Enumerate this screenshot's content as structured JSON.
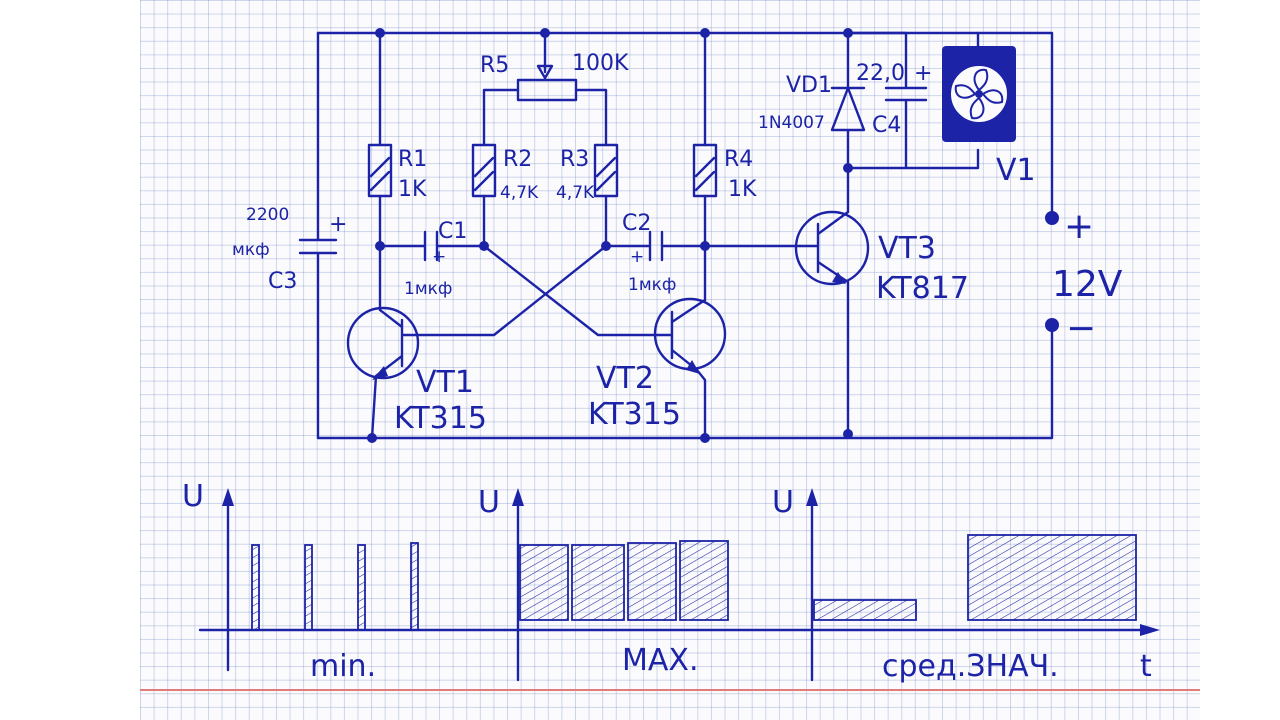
{
  "labels": {
    "r5": "R5",
    "r5_value": "100K",
    "r1": "R1",
    "r1_value": "1K",
    "r2": "R2",
    "r2_value": "4,7K",
    "r3": "R3",
    "r3_value": "4,7K",
    "r4": "R4",
    "r4_value": "1K",
    "c1": "C1",
    "c1_value": "1мкф",
    "c2": "C2",
    "c2_value": "1мкф",
    "c3": "C3",
    "c3_value": "2200",
    "c3_unit": "мкф",
    "c4": "C4",
    "c4_value": "22,0",
    "vd1": "VD1",
    "vd1_part": "1N4007",
    "vt1": "VT1",
    "vt1_part": "KT315",
    "vt2": "VT2",
    "vt2_part": "KT315",
    "vt3": "VT3",
    "vt3_part": "KT817",
    "v1": "V1",
    "plus": "+",
    "minus": "−",
    "supply": "12V"
  },
  "graphs": {
    "u_axis": "U",
    "min_label": "min.",
    "max_label": "MAX.",
    "avg_label": "срeд.ЗНАЧ.",
    "t_label": "t"
  },
  "ink_color": "#1c23a6"
}
